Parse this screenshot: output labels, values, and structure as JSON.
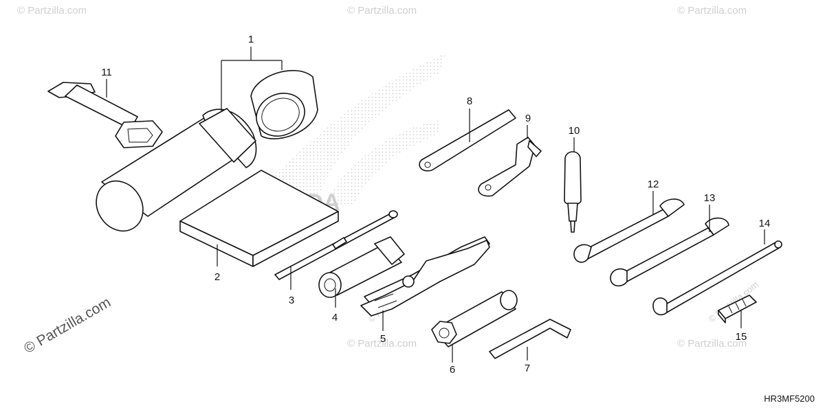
{
  "diagram": {
    "diagram_code": "HR3MF5200",
    "callouts": [
      {
        "id": "1",
        "part": "tool-bag-tube"
      },
      {
        "id": "2",
        "part": "owners-manual-book"
      },
      {
        "id": "3",
        "part": "screwdriver-bar"
      },
      {
        "id": "4",
        "part": "socket-extension"
      },
      {
        "id": "5",
        "part": "pliers"
      },
      {
        "id": "6",
        "part": "box-socket-wrench"
      },
      {
        "id": "7",
        "part": "hex-key"
      },
      {
        "id": "8",
        "part": "spanner-wrench"
      },
      {
        "id": "9",
        "part": "pin-spanner"
      },
      {
        "id": "10",
        "part": "screwdriver-grip"
      },
      {
        "id": "11",
        "part": "rubber-strap"
      },
      {
        "id": "12",
        "part": "open-end-wrench-10x12"
      },
      {
        "id": "13",
        "part": "open-end-wrench-14x17"
      },
      {
        "id": "14",
        "part": "handle-bar"
      },
      {
        "id": "15",
        "part": "fuse-puller"
      }
    ]
  },
  "watermark": {
    "text": "© Partzilla.com",
    "brand_logo_text": "HONDA"
  },
  "colors": {
    "line": "#111111",
    "watermark": "#cfcfcf",
    "background": "#ffffff"
  }
}
